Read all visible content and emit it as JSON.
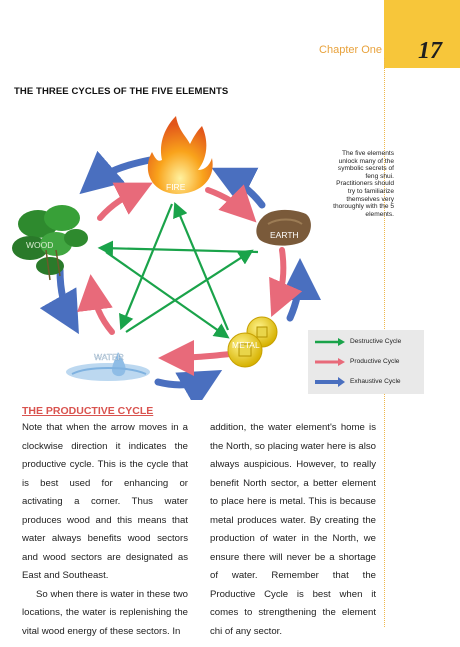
{
  "header": {
    "chapter_label": "Chapter One",
    "page_number": "17"
  },
  "title": "THE THREE CYCLES OF THE FIVE ELEMENTS",
  "side_note": "The five elements unlock many of the symbolic secrets of feng shui. Practitioners should try to familiarize themselves very thoroughly with the 5 elements.",
  "diagram": {
    "elements": {
      "fire": "FIRE",
      "earth": "EARTH",
      "metal": "METAL",
      "water": "WATER",
      "wood": "WOOD"
    }
  },
  "legend": {
    "destructive": "Destructive Cycle",
    "productive": "Productive Cycle",
    "exhaustive": "Exhaustive Cycle"
  },
  "colors": {
    "destructive": "#1aa34a",
    "productive": "#e86a7a",
    "exhaustive": "#4a6fbf",
    "accent": "#f7c63a"
  },
  "section": {
    "heading": "THE PRODUCTIVE CYCLE",
    "left_p1": "Note that when the arrow moves in a clockwise direction it indicates the productive cycle. This is the cycle that is best used for enhancing or activating a corner. Thus water produces wood and this means that water always benefits wood sectors and wood sectors are designated as East and Southeast.",
    "left_p2": "So when there is water in these two locations, the water is replenishing the vital wood energy of these sectors. In",
    "right_p1": "addition, the water element's home is the North, so placing water here is also always auspicious. However, to really benefit North sector, a better element to place here is metal. This is because metal produces water. By creating the production of water in the North, we ensure there will never be a shortage of water. Remember that the Productive Cycle is best when it comes to strengthening the element chi of any sector."
  }
}
